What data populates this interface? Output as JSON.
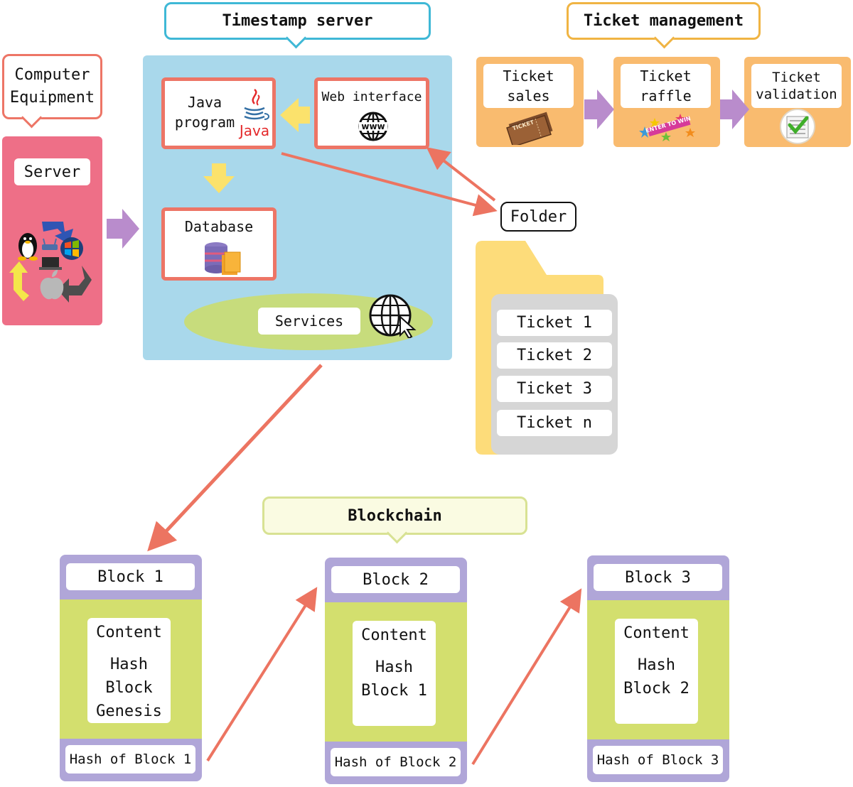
{
  "callouts": {
    "timestamp_server": "Timestamp server",
    "ticket_management": "Ticket management",
    "computer_equipment_line1": "Computer",
    "computer_equipment_line2": "Equipment",
    "blockchain": "Blockchain"
  },
  "server": {
    "label": "Server"
  },
  "timestamp": {
    "java_line1": "Java",
    "java_line2": "program",
    "java_logo_text": "Java",
    "web_interface": "Web interface",
    "www_icon_text": "www",
    "database": "Database",
    "services": "Services"
  },
  "ticket_mgmt": {
    "sales_line1": "Ticket",
    "sales_line2": "sales",
    "ticket_icon_text": "TICKET",
    "raffle_line1": "Ticket",
    "raffle_line2": "raffle",
    "raffle_icon_text": "ENTER TO WIN",
    "validation_line1": "Ticket",
    "validation_line2": "validation"
  },
  "folder": {
    "label": "Folder",
    "tickets": [
      "Ticket 1",
      "Ticket 2",
      "Ticket 3",
      "Ticket n"
    ]
  },
  "blocks": [
    {
      "title": "Block 1",
      "content": [
        "Content",
        "Hash",
        "Block",
        "Genesis"
      ],
      "footer": "Hash of Block 1"
    },
    {
      "title": "Block 2",
      "content": [
        "Content",
        "Hash",
        "Block 1"
      ],
      "footer": "Hash of Block 2"
    },
    {
      "title": "Block 3",
      "content": [
        "Content",
        "Hash",
        "Block 2"
      ],
      "footer": "Hash of Block 3"
    }
  ],
  "colors": {
    "server_pink": "#ee6f87",
    "timestamp_blue": "#a9d8eb",
    "inner_border": "#ed7566",
    "ticket_orange": "#f9bb6f",
    "block_purple": "#b0a6d8",
    "block_green": "#d3df6e",
    "folder_yellow": "#fddc7a",
    "folder_gray": "#d6d6d6",
    "services_green": "#c7dc7c",
    "arrow_red": "#ec7461",
    "arrow_purple": "#b98ccc",
    "arrow_yellow": "#fbe26c"
  }
}
